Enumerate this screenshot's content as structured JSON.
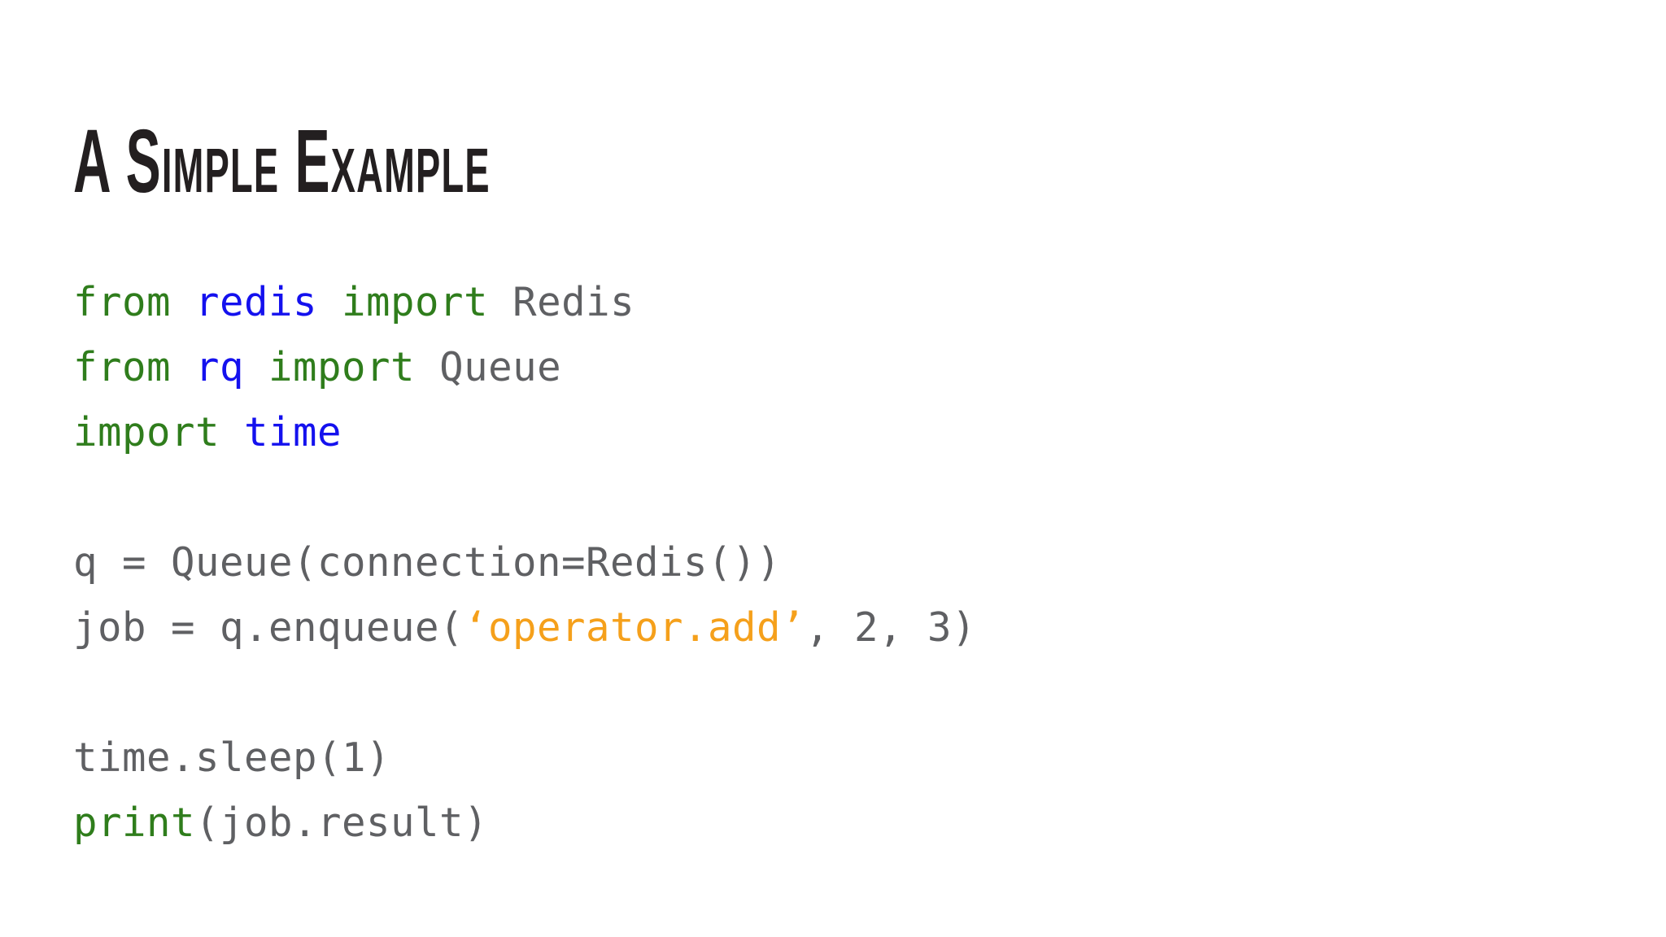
{
  "slide": {
    "title": "A Simple Example",
    "background_color": "#ffffff"
  },
  "palette": {
    "title_color": "#231f20",
    "keyword_green": "#2f7d1c",
    "module_blue": "#1411ee",
    "plain_gray": "#5f6063",
    "string_orange": "#f5a01b"
  },
  "code": {
    "language": "python",
    "full_text": "from redis import Redis\nfrom rq import Queue\nimport time\n\nq = Queue(connection=Redis())\njob = q.enqueue(‘operator.add’, 2, 3)\n\ntime.sleep(1)\nprint(job.result)",
    "lines": [
      {
        "index": 1,
        "blank": false,
        "text": "from redis import Redis",
        "tokens": [
          {
            "t": "from ",
            "k": "kw"
          },
          {
            "t": "redis",
            "k": "module"
          },
          {
            "t": " ",
            "k": "plain"
          },
          {
            "t": "import",
            "k": "kw"
          },
          {
            "t": " Redis",
            "k": "plain"
          }
        ]
      },
      {
        "index": 2,
        "blank": false,
        "text": "from rq import Queue",
        "tokens": [
          {
            "t": "from ",
            "k": "kw"
          },
          {
            "t": "rq",
            "k": "module"
          },
          {
            "t": " ",
            "k": "plain"
          },
          {
            "t": "import",
            "k": "kw"
          },
          {
            "t": " Queue",
            "k": "plain"
          }
        ]
      },
      {
        "index": 3,
        "blank": false,
        "text": "import time",
        "tokens": [
          {
            "t": "import",
            "k": "kw"
          },
          {
            "t": " ",
            "k": "plain"
          },
          {
            "t": "time",
            "k": "module"
          }
        ]
      },
      {
        "index": 4,
        "blank": true,
        "text": "",
        "tokens": []
      },
      {
        "index": 5,
        "blank": false,
        "text": "q = Queue(connection=Redis())",
        "tokens": [
          {
            "t": "q = Queue(connection=Redis())",
            "k": "plain"
          }
        ]
      },
      {
        "index": 6,
        "blank": false,
        "text": "job = q.enqueue(‘operator.add’, 2, 3)",
        "tokens": [
          {
            "t": "job = q.enqueue(",
            "k": "plain"
          },
          {
            "t": "‘operator.add’",
            "k": "string"
          },
          {
            "t": ", 2, 3)",
            "k": "plain"
          }
        ]
      },
      {
        "index": 7,
        "blank": true,
        "text": "",
        "tokens": []
      },
      {
        "index": 8,
        "blank": false,
        "text": "time.sleep(1)",
        "tokens": [
          {
            "t": "time.sleep(1)",
            "k": "plain"
          }
        ]
      },
      {
        "index": 9,
        "blank": false,
        "text": "print(job.result)",
        "tokens": [
          {
            "t": "print",
            "k": "builtin"
          },
          {
            "t": "(job.result)",
            "k": "plain"
          }
        ]
      }
    ]
  }
}
